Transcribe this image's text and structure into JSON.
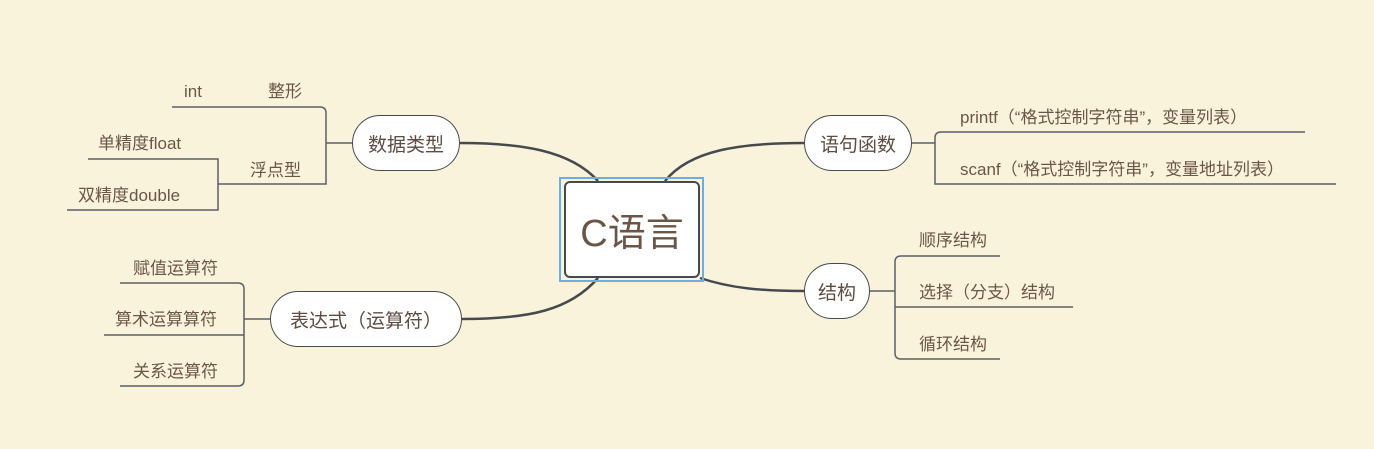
{
  "central": {
    "label": "C语言"
  },
  "branches": {
    "data_types": {
      "label": "数据类型",
      "integer": {
        "label": "整形",
        "child": "int"
      },
      "float": {
        "label": "浮点型",
        "children": [
          "单精度float",
          "双精度double"
        ]
      }
    },
    "expressions": {
      "label": "表达式（运算符）",
      "children": [
        "赋值运算符",
        "算术运算算符",
        "关系运算符"
      ]
    },
    "statements": {
      "label": "语句函数",
      "children": [
        "printf（“格式控制字符串”，变量列表）",
        "scanf（“格式控制字符串”，变量地址列表）"
      ]
    },
    "structure": {
      "label": "结构",
      "children": [
        "顺序结构",
        "选择（分支）结构",
        "循环结构"
      ]
    }
  },
  "colors": {
    "background": "#faf3dc",
    "line": "#454a4f",
    "text": "#6b5646",
    "selection": "#6aaee8"
  }
}
